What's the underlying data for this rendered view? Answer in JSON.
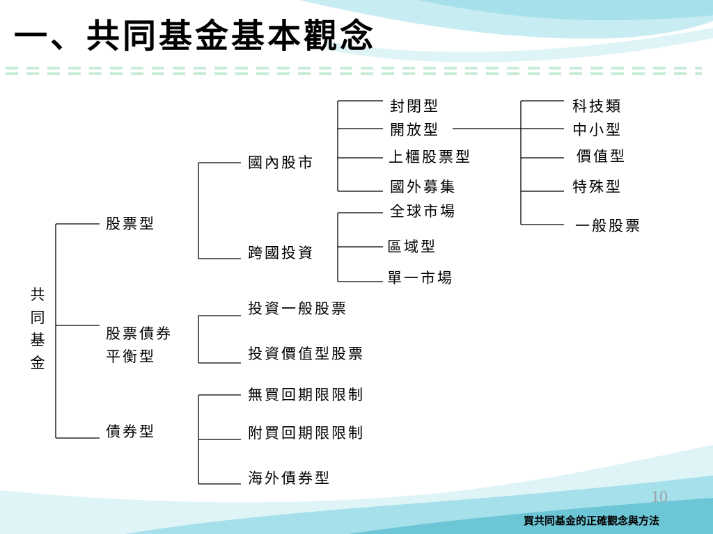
{
  "slide": {
    "title": "一、共同基金基本觀念",
    "page_number": "10",
    "footer": "買共同基金的正確觀念與方法"
  },
  "colors": {
    "wave_light": "#c7ecf1",
    "wave_mid": "#8fd6e3",
    "wave_dark": "#4aaec4",
    "dash_green": "#c8ecd8",
    "line": "#000000"
  },
  "tree": {
    "root": "共\n同\n基\n金",
    "level1": [
      "股票型",
      "股票債券\n平衡型",
      "債券型"
    ],
    "stock": [
      "國內股市",
      "跨國投資"
    ],
    "domestic": [
      "封閉型",
      "開放型",
      "上櫃股票型",
      "國外募集"
    ],
    "open_end": [
      "科技類",
      "中小型",
      "價值型",
      "特殊型",
      "一般股票"
    ],
    "cross_border": [
      "全球市場",
      "區域型",
      "單一市場"
    ],
    "balanced": [
      "投資一般股票",
      "投資價值型股票"
    ],
    "bond": [
      "無買回期限限制",
      "附買回期限限制",
      "海外債券型"
    ]
  }
}
